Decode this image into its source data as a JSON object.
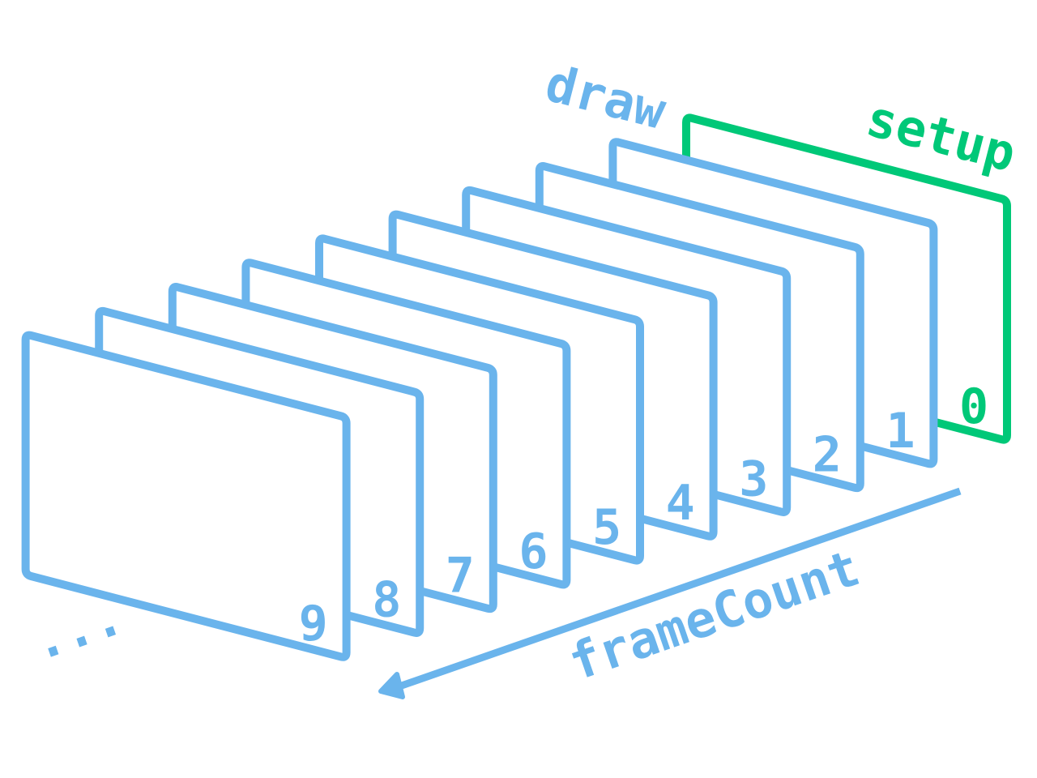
{
  "labels": {
    "draw": "draw",
    "setup": "setup",
    "frame_count": "frameCount",
    "continuation": "..."
  },
  "frames": [
    {
      "number": "0",
      "kind": "setup"
    },
    {
      "number": "1",
      "kind": "draw"
    },
    {
      "number": "2",
      "kind": "draw"
    },
    {
      "number": "3",
      "kind": "draw"
    },
    {
      "number": "4",
      "kind": "draw"
    },
    {
      "number": "5",
      "kind": "draw"
    },
    {
      "number": "6",
      "kind": "draw"
    },
    {
      "number": "7",
      "kind": "draw"
    },
    {
      "number": "8",
      "kind": "draw"
    },
    {
      "number": "9",
      "kind": "draw"
    }
  ],
  "colors": {
    "draw": "#6ab4ec",
    "setup": "#00c878",
    "background": "#ffffff"
  }
}
